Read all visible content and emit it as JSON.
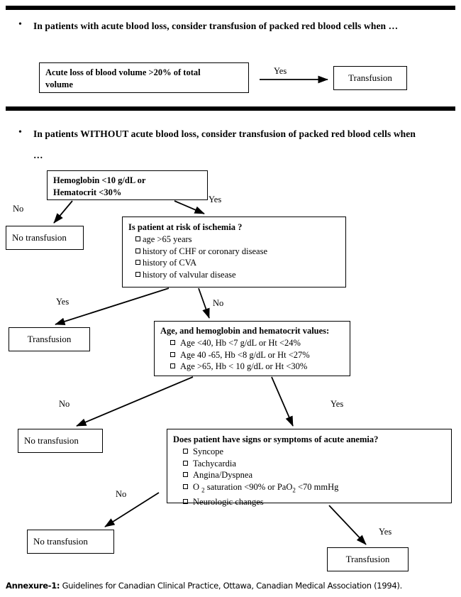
{
  "document": {
    "caption_label": "Annexure-1:",
    "caption_text": " Guidelines for Canadian Clinical Practice, Ottawa, Canadian Medical Association (1994)."
  },
  "section1": {
    "bullet": "•",
    "heading": "In patients with acute blood loss, consider transfusion of packed red blood cells when …",
    "decision_box": "Acute loss of blood volume >20% of total\nvolume",
    "edge_yes": "Yes",
    "outcome_box": "Transfusion"
  },
  "section2": {
    "bullet": "•",
    "heading": "In patients WITHOUT acute blood loss, consider transfusion of packed red blood cells when …",
    "hb_box": "Hemoglobin <10 g/dL or\nHematocrit <30%",
    "hb_edge_no": "No",
    "hb_edge_yes": "Yes",
    "no_transfusion_1": "No transfusion",
    "ischemia_box": {
      "title": "Is patient at risk of ischemia ?",
      "items": [
        "age >65 years",
        "history of CHF or coronary disease",
        "history of CVA",
        "history of valvular disease"
      ]
    },
    "ischemia_edge_yes": "Yes",
    "ischemia_edge_no": "No",
    "transfusion_2": "Transfusion",
    "values_box": {
      "title": "Age, and hemoglobin and hematocrit values:",
      "items": [
        "Age <40, Hb <7 g/dL or Ht <24%",
        "Age 40 -65, Hb <8 g/dL or Ht <27%",
        "Age >65, Hb < 10 g/dL or Ht <30%"
      ]
    },
    "values_edge_no": "No",
    "values_edge_yes": "Yes",
    "no_transfusion_2": "No transfusion",
    "anemia_box": {
      "title": "Does patient have signs or symptoms of acute anemia?",
      "items": [
        "Syncope",
        "Tachycardia",
        "Angina/Dyspnea",
        "O 2 saturation <90% or PaO2 <70 mmHg",
        "Neurologic changes"
      ]
    },
    "anemia_edge_no": "No",
    "anemia_edge_yes": "Yes",
    "no_transfusion_3": "No transfusion",
    "transfusion_3": "Transfusion"
  },
  "colors": {
    "ink": "#000000",
    "paper": "#ffffff"
  }
}
